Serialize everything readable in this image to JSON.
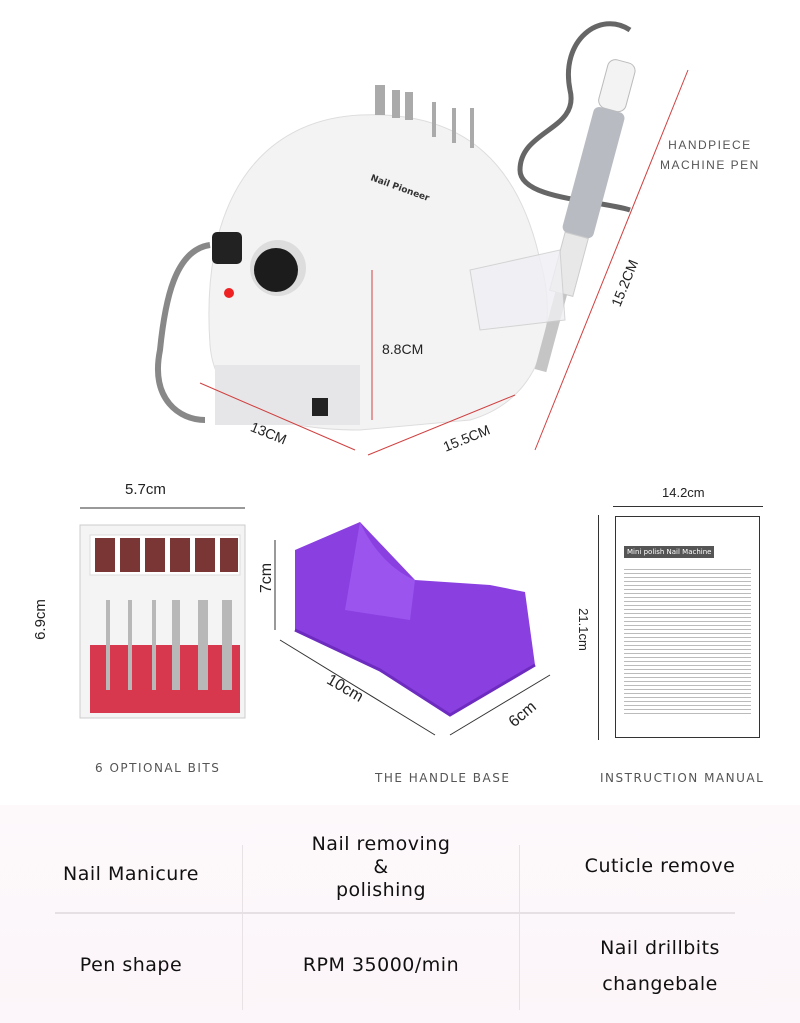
{
  "machine": {
    "brand": "Nail Pioneer",
    "handpiece_label_1": "HANDPIECE",
    "handpiece_label_2": "MACHINE PEN",
    "dim_height": "8.8CM",
    "dim_depth": "13CM",
    "dim_width": "15.5CM",
    "dim_pen": "15.2CM"
  },
  "bits": {
    "dim_width": "5.7cm",
    "dim_height": "6.9cm",
    "caption": "6 OPTIONAL BITS"
  },
  "base": {
    "dim_height": "7cm",
    "dim_length": "10cm",
    "dim_width": "6cm",
    "caption": "THE HANDLE BASE",
    "color": "#8a3fe0"
  },
  "manual": {
    "dim_width": "14.2cm",
    "dim_height": "21.1cm",
    "caption": "INSTRUCTION MANUAL",
    "title": "Mini polish Nail Machine"
  },
  "features": {
    "rows": [
      [
        "Nail Manicure",
        "Nail removing\n&\npolishing",
        "Cuticle remove"
      ],
      [
        "Pen shape",
        "RPM 35000/min",
        "Nail drillbits\nchangebale"
      ]
    ]
  }
}
